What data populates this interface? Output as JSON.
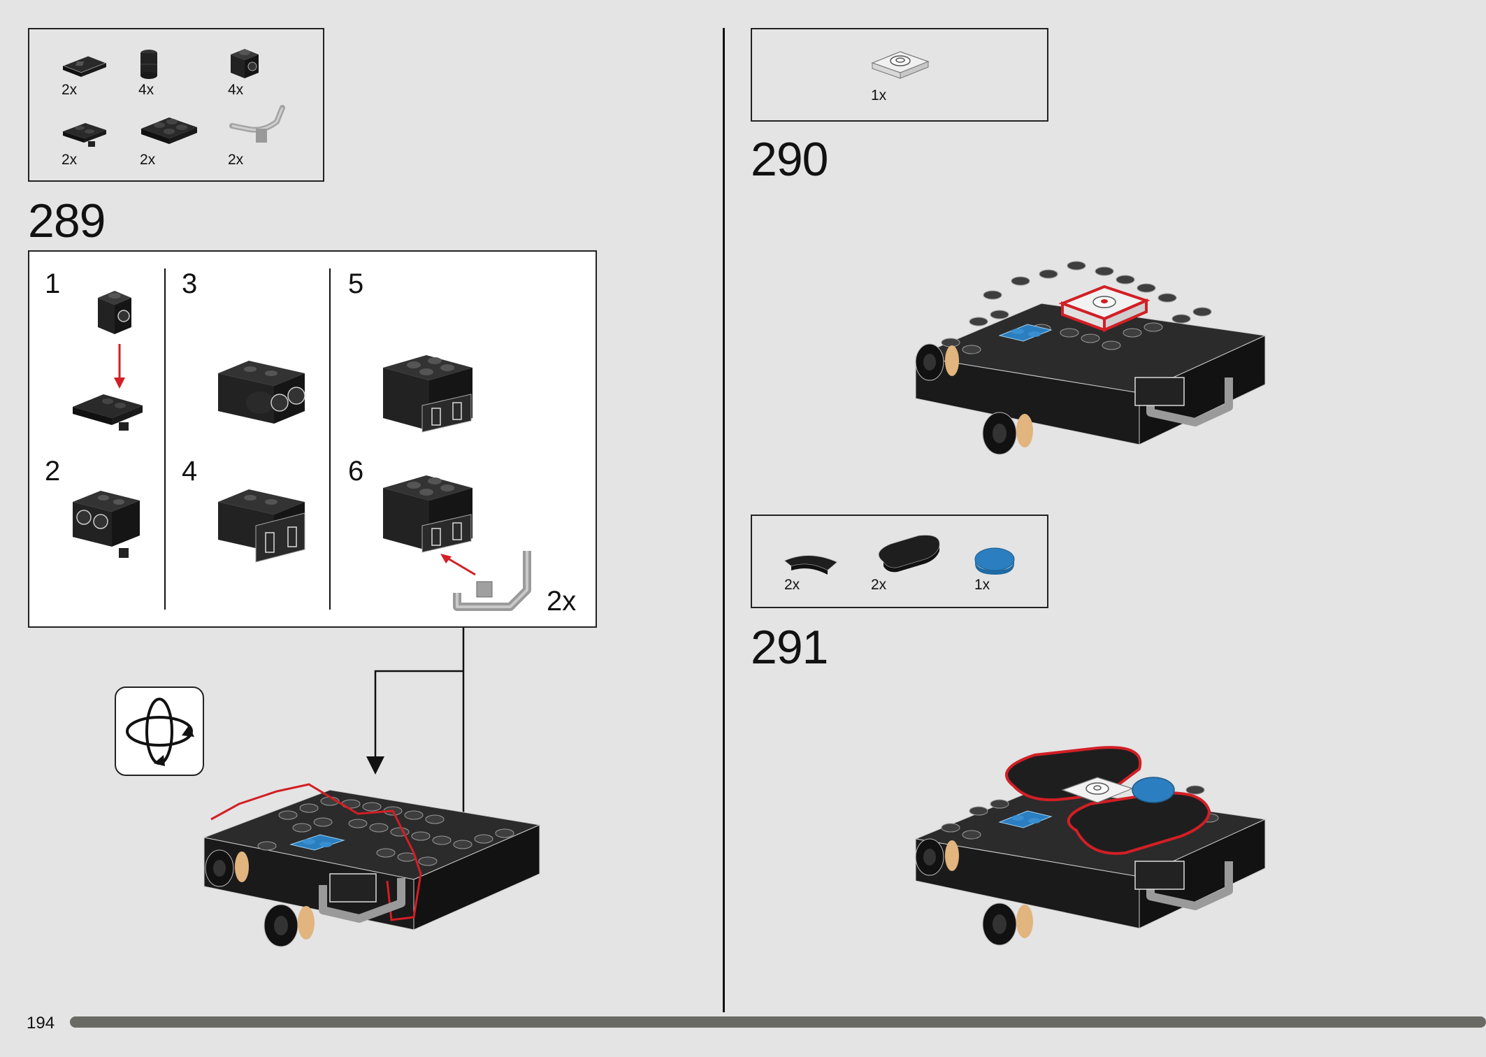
{
  "page": {
    "number": "194",
    "progress_fraction": 1.0
  },
  "steps": [
    {
      "number": "289",
      "parts": [
        {
          "qty": "2x",
          "icon": "tile-1x2-black"
        },
        {
          "qty": "4x",
          "icon": "round-brick-black"
        },
        {
          "qty": "4x",
          "icon": "brick-with-pin-hole-black"
        },
        {
          "qty": "2x",
          "icon": "plate-with-clip-black"
        },
        {
          "qty": "2x",
          "icon": "plate-2x2-black"
        },
        {
          "qty": "2x",
          "icon": "bar-handle-grey"
        }
      ],
      "substeps": [
        {
          "number": "1"
        },
        {
          "number": "2"
        },
        {
          "number": "3"
        },
        {
          "number": "4"
        },
        {
          "number": "5"
        },
        {
          "number": "6"
        }
      ],
      "substep_multiplier": "2x"
    },
    {
      "number": "290",
      "parts": [
        {
          "qty": "1x",
          "icon": "plate-with-round-white"
        }
      ]
    },
    {
      "number": "291",
      "parts": [
        {
          "qty": "2x",
          "icon": "curved-tile-black"
        },
        {
          "qty": "2x",
          "icon": "oval-tile-black"
        },
        {
          "qty": "1x",
          "icon": "round-tile-blue"
        }
      ]
    }
  ],
  "colors": {
    "black": "#1e1e1e",
    "blue": "#2b7fc0",
    "red": "#d21f25",
    "grey": "#a3a3a3",
    "tan": "#e2b47e"
  }
}
